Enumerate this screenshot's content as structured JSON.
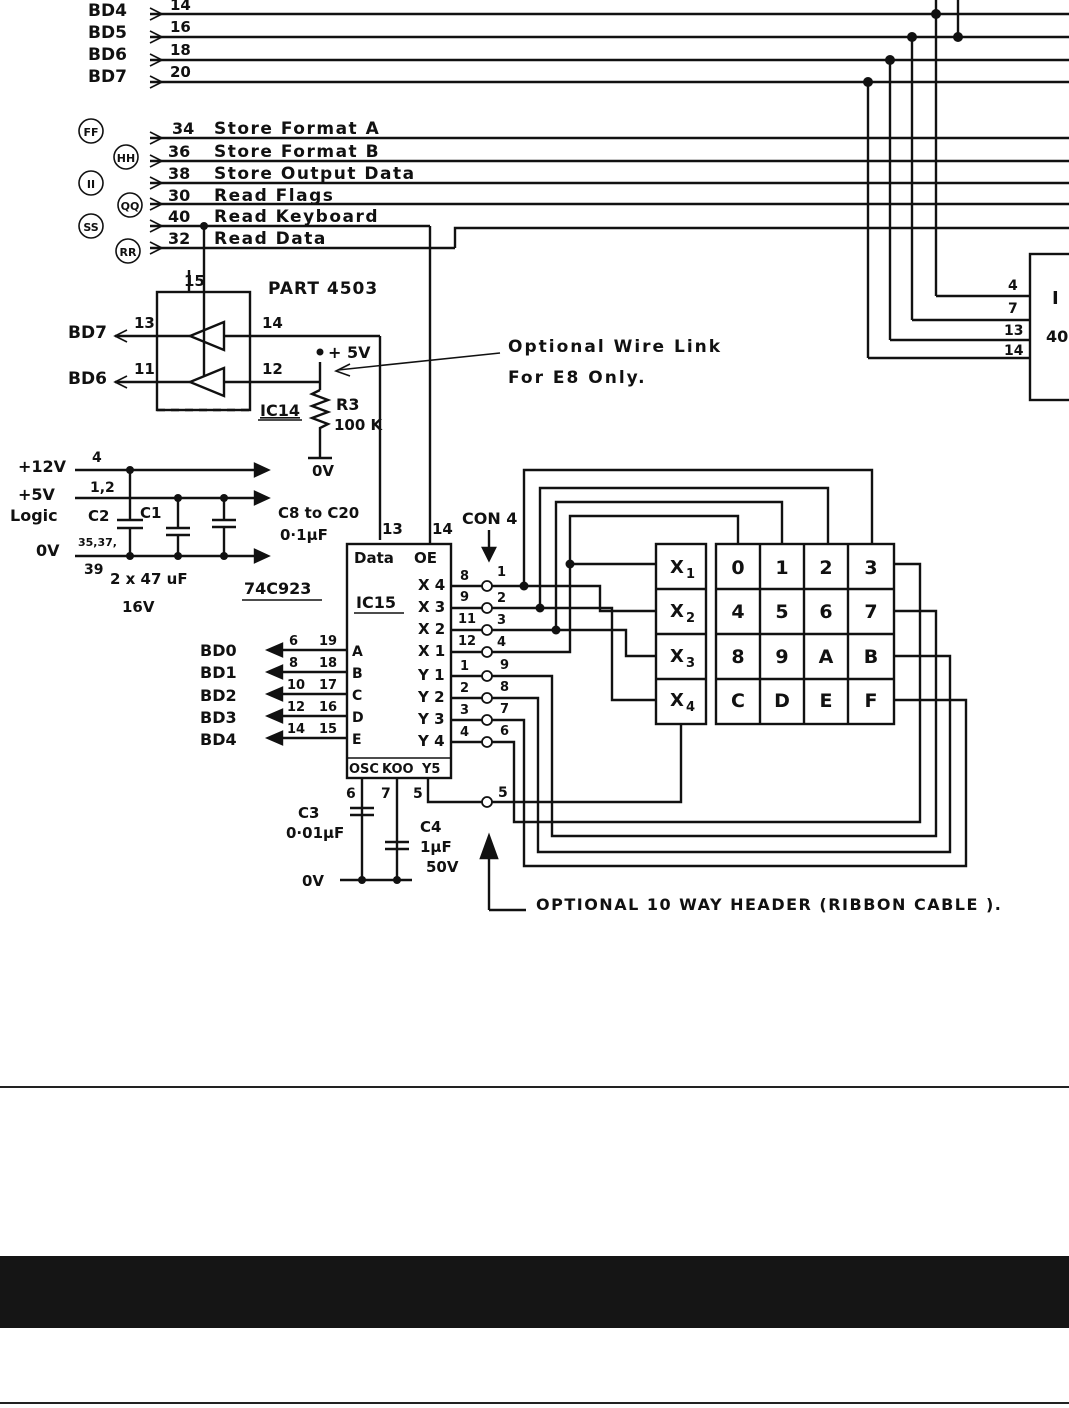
{
  "bus_lines": [
    {
      "label": "BD4",
      "pin": "14"
    },
    {
      "label": "BD5",
      "pin": "16"
    },
    {
      "label": "BD6",
      "pin": "18"
    },
    {
      "label": "BD7",
      "pin": "20"
    }
  ],
  "control_lines": [
    {
      "pin": "34",
      "label": "Store Format A",
      "tag": "FF"
    },
    {
      "pin": "36",
      "label": "Store Format B",
      "tag": "HH"
    },
    {
      "pin": "38",
      "label": "Store Output Data",
      "tag": "II"
    },
    {
      "pin": "30",
      "label": "Read Flags",
      "tag": "QQ"
    },
    {
      "pin": "40",
      "label": "Read Keyboard",
      "tag": "SS"
    },
    {
      "pin": "32",
      "label": "Read Data",
      "tag": "RR"
    }
  ],
  "buffer": {
    "part": "PART 4503",
    "pin_top": "15",
    "ic": "IC14",
    "out1": {
      "label": "BD7",
      "pin_out": "13",
      "pin_in": "14"
    },
    "out2": {
      "label": "BD6",
      "pin_out": "11",
      "pin_in": "12"
    }
  },
  "supply": {
    "v5": "+ 5V",
    "r_name": "R3",
    "r_value": "100 K",
    "ov": "0V"
  },
  "link_note": [
    "Optional Wire Link",
    "For E8 Only."
  ],
  "power": {
    "p12": "+12V",
    "p12_pin": "4",
    "p5": "+5V",
    "logic": "Logic",
    "p5_pin": "1,2",
    "ov": "0V",
    "ov_pins": "35,37,",
    "ov_pin2": "39",
    "c2": "C2",
    "c1": "C1",
    "cap_note": "2 x 47 uF",
    "cap_volt": "16V",
    "c8_note": "C8 to C20",
    "c8_value": "0·1µF"
  },
  "encoder": {
    "part": "74C923",
    "ic": "IC15",
    "pin13": "13",
    "pin14": "14",
    "data": "Data",
    "oe": "OE",
    "x_pins": [
      {
        "label": "X 4",
        "pin": "8",
        "con": "1"
      },
      {
        "label": "X 3",
        "pin": "9",
        "con": "2"
      },
      {
        "label": "X 2",
        "pin": "11",
        "con": "3"
      },
      {
        "label": "X 1",
        "pin": "12",
        "con": "4"
      }
    ],
    "y_pins": [
      {
        "label": "Y 1",
        "pin": "1",
        "con": "9"
      },
      {
        "label": "Y 2",
        "pin": "2",
        "con": "8"
      },
      {
        "label": "Y 3",
        "pin": "3",
        "con": "7"
      },
      {
        "label": "Y 4",
        "pin": "4",
        "con": "6"
      }
    ],
    "outputs": [
      {
        "bd": "BD0",
        "pin1": "6",
        "pin2": "19",
        "letter": "A"
      },
      {
        "bd": "BD1",
        "pin1": "8",
        "pin2": "18",
        "letter": "B"
      },
      {
        "bd": "BD2",
        "pin1": "10",
        "pin2": "17",
        "letter": "C"
      },
      {
        "bd": "BD3",
        "pin1": "12",
        "pin2": "16",
        "letter": "D"
      },
      {
        "bd": "BD4",
        "pin1": "14",
        "pin2": "15",
        "letter": "E"
      }
    ],
    "osc": "OSC",
    "kdo": "KOO",
    "y5": "Y5",
    "pin6": "6",
    "pin7": "7",
    "pin5": "5",
    "con5": "5"
  },
  "caps": {
    "c3": "C3",
    "c3_val": "0·01µF",
    "c4": "C4",
    "c4_val": "1µF",
    "c4_volt": "50V",
    "ov": "0V"
  },
  "connector": "CON 4",
  "keypad": {
    "rows": [
      {
        "x": "X",
        "sub": "1",
        "keys": [
          "0",
          "1",
          "2",
          "3"
        ]
      },
      {
        "x": "X",
        "sub": "2",
        "keys": [
          "4",
          "5",
          "6",
          "7"
        ]
      },
      {
        "x": "X",
        "sub": "3",
        "keys": [
          "8",
          "9",
          "A",
          "B"
        ]
      },
      {
        "x": "X",
        "sub": "4",
        "keys": [
          "C",
          "D",
          "E",
          "F"
        ]
      }
    ]
  },
  "header_note": "OPTIONAL 10 WAY HEADER (RIBBON CABLE ).",
  "right_ic": {
    "pins": [
      "4",
      "7",
      "13",
      "14"
    ],
    "label": "I",
    "num": "40"
  }
}
